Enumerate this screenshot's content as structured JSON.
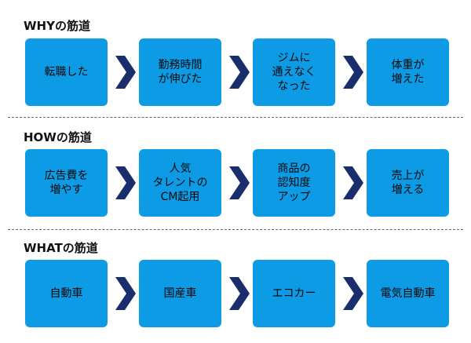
{
  "sections": [
    {
      "title": "WHYの筋道",
      "steps": [
        "転職した",
        "勤務時間\nが伸びた",
        "ジムに\n通えなく\nなった",
        "体重が\n増えた"
      ]
    },
    {
      "title": "HOWの筋道",
      "steps": [
        "広告費を\n増やす",
        "人気\nタレントの\nCM起用",
        "商品の\n認知度\nアップ",
        "売上が\n増える"
      ]
    },
    {
      "title": "WHATの筋道",
      "steps": [
        "自動車",
        "国産車",
        "エコカー",
        "電気自動車"
      ]
    }
  ],
  "colors": {
    "box": "#0d9be6",
    "arrow": "#1a2e6e",
    "divider": "#666666"
  },
  "icons": {
    "connector": "chevron-right-icon"
  }
}
